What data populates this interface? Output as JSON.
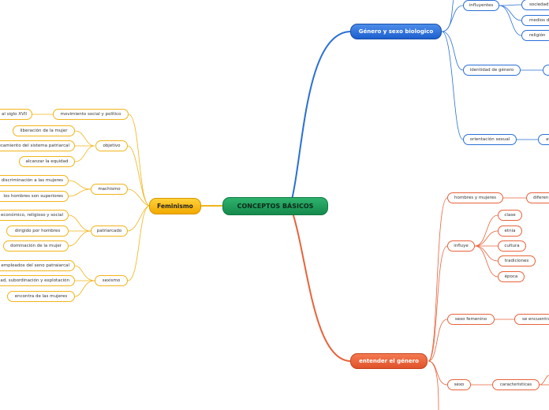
{
  "center": "CONCEPTOS BÁSICOS",
  "feminismo": {
    "label": "Feminismo",
    "movimiento": {
      "label": "movimiento social y político",
      "child": "al siglo XVII"
    },
    "objetivo": {
      "label": "objetivo",
      "children": [
        "liberación de la mujer",
        "ecamiento del sistema patriarcal",
        "alcanzar la equidad"
      ]
    },
    "machismo": {
      "label": "machismo",
      "children": [
        "discriminación a las mujeres",
        "los hombres son superiores"
      ]
    },
    "patriarcado": {
      "label": "patriarcado",
      "children": [
        "económico, religioso y social",
        "dirigido por hombres",
        "dominación de la mujer"
      ]
    },
    "sexismo": {
      "label": "sexismo",
      "children": [
        "empleados del seno patraiarcal",
        "ad, subordinación y explotación",
        "encontra de las mujeres"
      ]
    }
  },
  "genero": {
    "label": "Género y sexo biologico",
    "influyentes": {
      "label": "influyentes",
      "children": [
        "sociedad",
        "medios d",
        "religión"
      ]
    },
    "identidad": {
      "label": "identidad de género"
    },
    "orientacion": {
      "label": "orientación sexual",
      "child": "at"
    }
  },
  "entender": {
    "label": "entender el género",
    "hombres": {
      "label": "hombres y mujeres",
      "child": "diferen"
    },
    "influye": {
      "label": "influye",
      "children": [
        "clase",
        "etnia",
        "cultura",
        "tradiciones",
        "época"
      ]
    },
    "femenino": {
      "label": "sexo femenino",
      "child": "se encuentra"
    },
    "sexo": {
      "label": "sexo",
      "child": "caracteristicas"
    }
  }
}
